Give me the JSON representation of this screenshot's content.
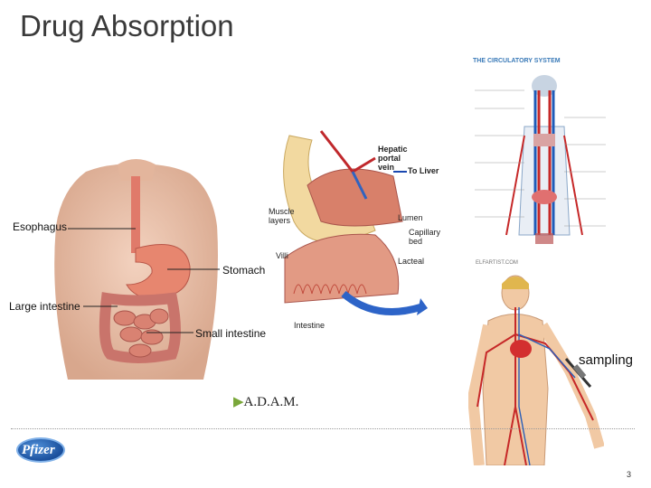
{
  "slide": {
    "title": "Drug Absorption",
    "page_number": "3",
    "sampling_label": "sampling",
    "adam_logo": "A.D.A.M.",
    "pfizer_logo": "Pfizer"
  },
  "digestive": {
    "labels": {
      "esophagus": "Esophagus",
      "stomach": "Stomach",
      "large_intestine": "Large intestine",
      "small_intestine": "Small intestine"
    }
  },
  "intestine_detail": {
    "labels": {
      "hepatic_portal_vein": "Hepatic portal vein",
      "to_liver": "To Liver",
      "muscle_layers": "Muscle layers",
      "villi": "Villi",
      "lumen": "Lumen",
      "capillary_bed": "Capillary bed",
      "lacteal": "Lacteal",
      "intestine": "Intestine"
    }
  },
  "circulatory": {
    "title": "THE CIRCULATORY SYSTEM",
    "source": "ELFARTIST.COM"
  }
}
